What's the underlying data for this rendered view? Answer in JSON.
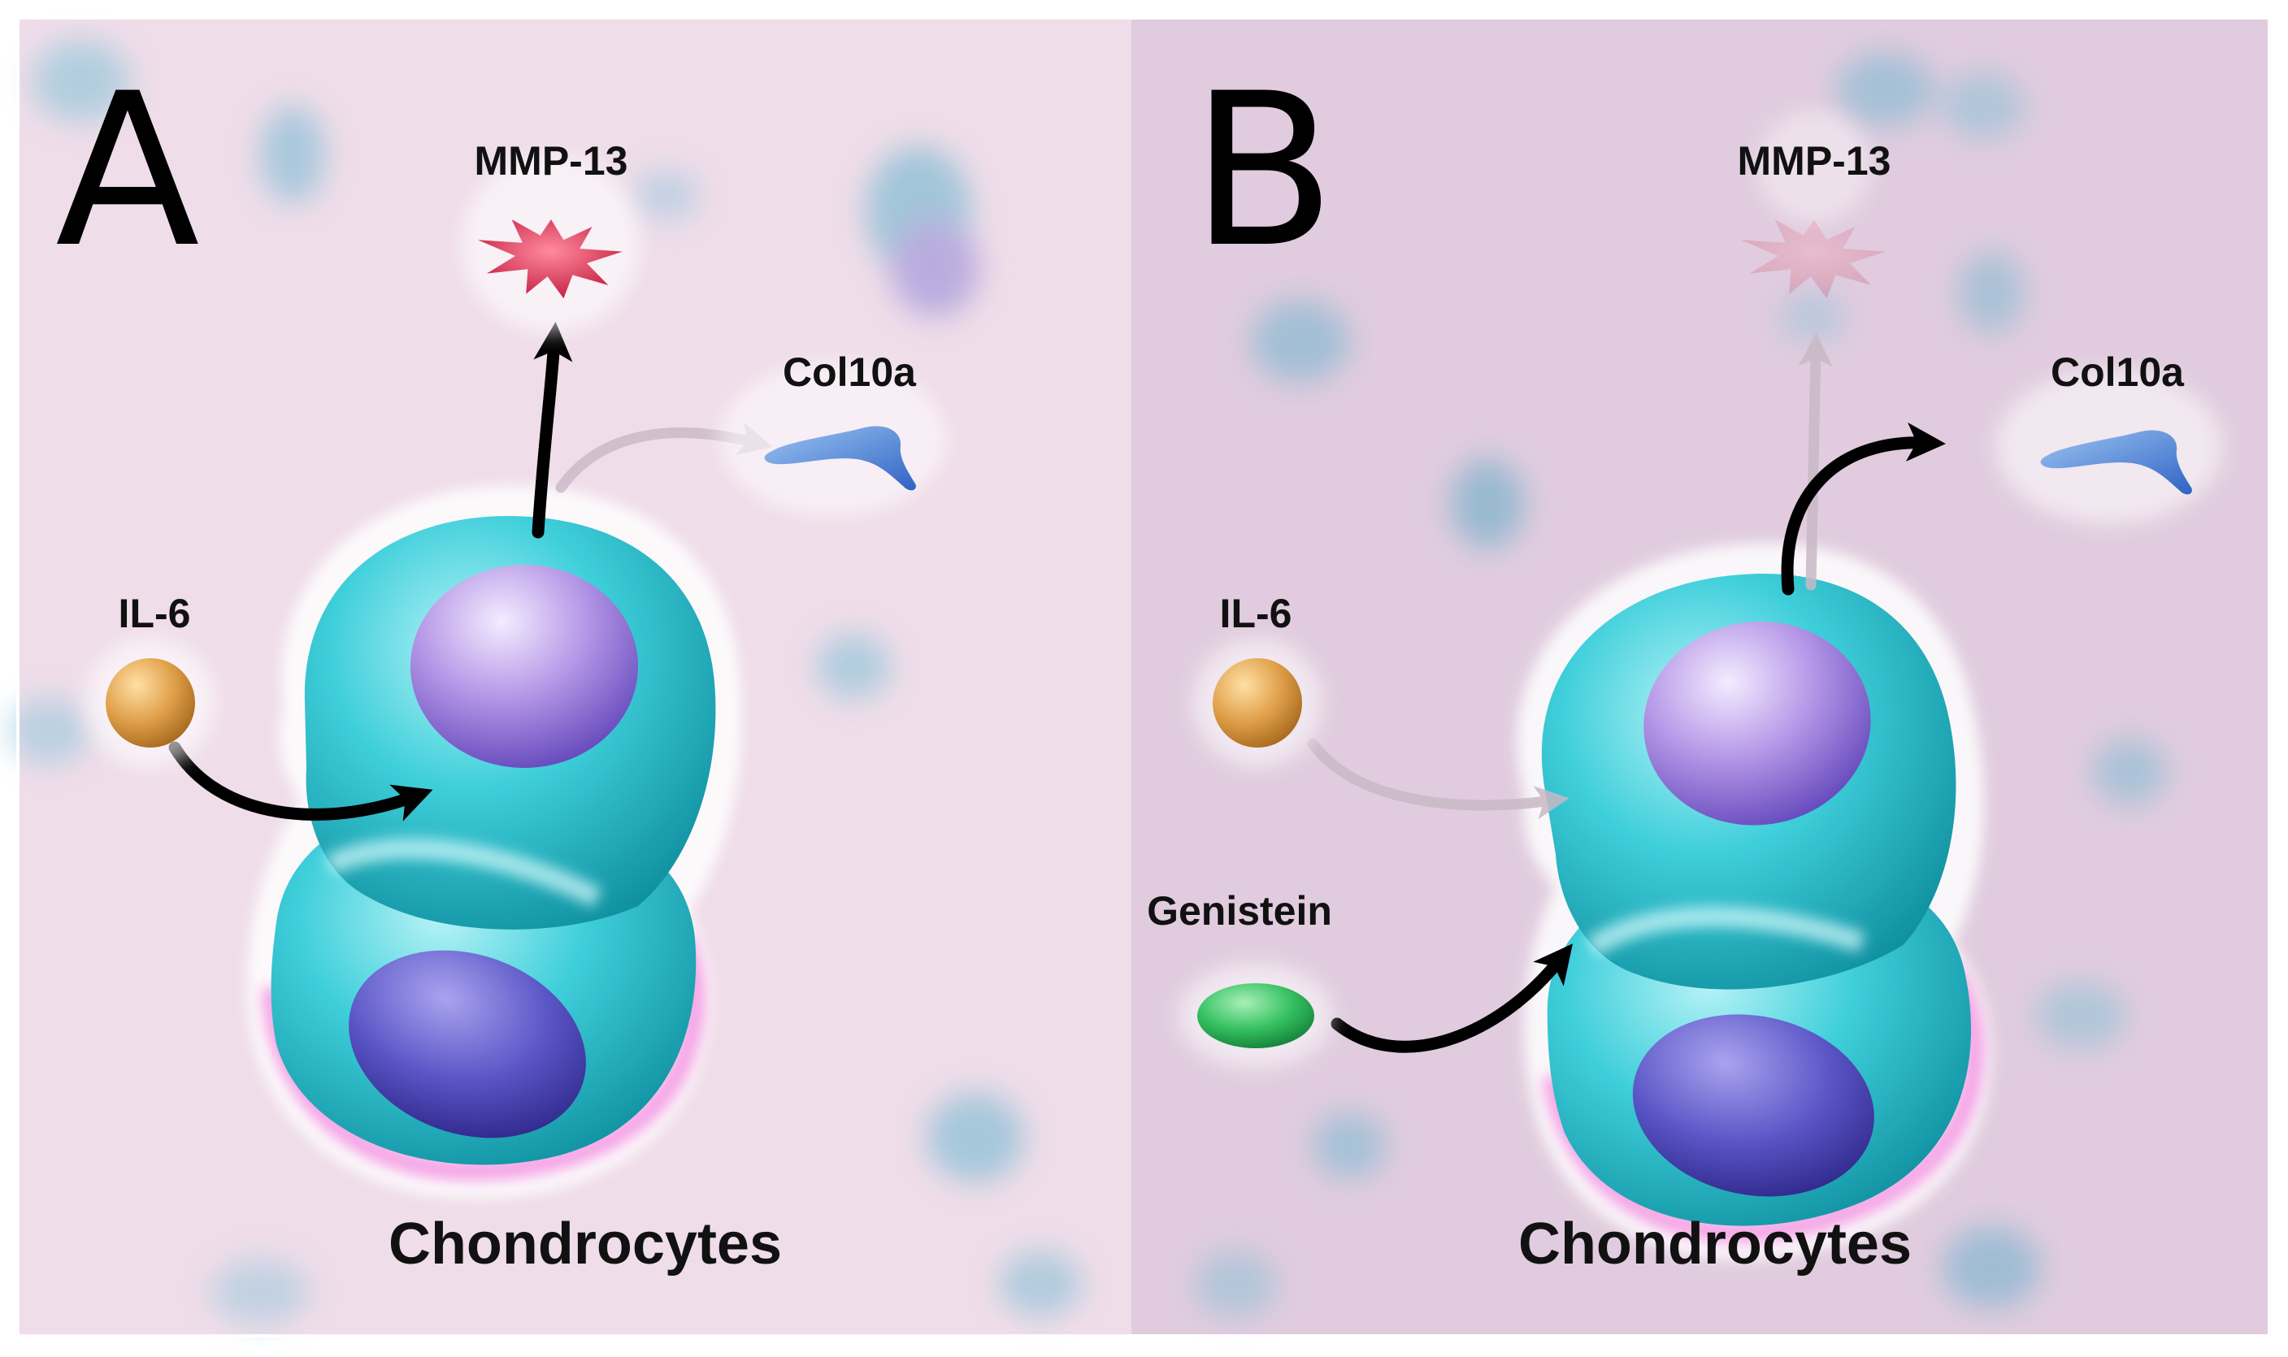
{
  "panels": [
    {
      "letter": "A",
      "labels": {
        "mmp13": "MMP-13",
        "col10a": "Col10a",
        "il6": "IL-6",
        "caption": "Chondrocytes"
      },
      "active_pathway": "MMP-13"
    },
    {
      "letter": "B",
      "labels": {
        "mmp13": "MMP-13",
        "col10a": "Col10a",
        "il6": "IL-6",
        "genistein": "Genistein",
        "caption": "Chondrocytes"
      },
      "active_pathway": "Col10a"
    }
  ],
  "colors": {
    "panel_a_bg": "#efdde9",
    "panel_b_bg": "#e0ccde",
    "cell": "#34c6d3",
    "nucleus": "#9a7ee0",
    "il6": "#d8952f",
    "genistein": "#2fb65a",
    "mmp13": "#d9304c",
    "col10a": "#4f86d6",
    "arrow": "#000000"
  }
}
